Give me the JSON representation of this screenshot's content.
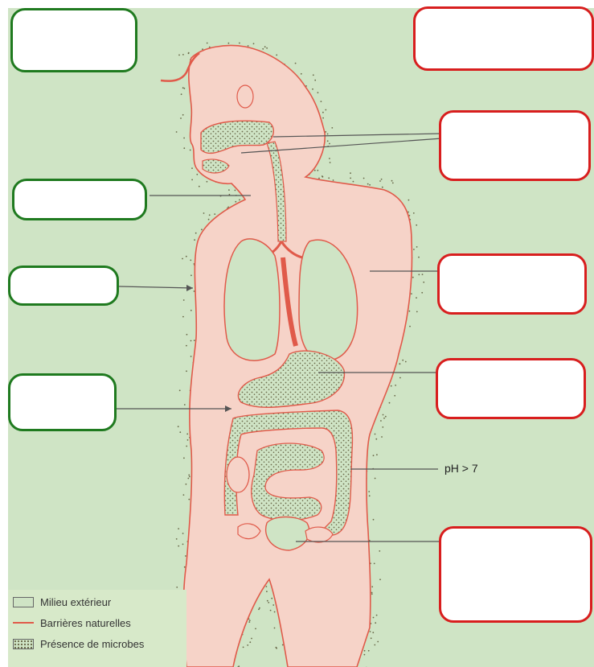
{
  "diagram": {
    "annotation_ph": "pH > 7",
    "legend": {
      "items": [
        {
          "label": "Milieu extérieur",
          "swatch": "plain",
          "color": "#cfe4c5"
        },
        {
          "label": "Barrières naturelles",
          "swatch": "line",
          "color": "#e05a4a"
        },
        {
          "label": "Présence de microbes",
          "swatch": "dots",
          "color": "#6a6a4a"
        }
      ]
    },
    "answer_boxes": {
      "left": [
        {
          "text": "",
          "border": "#1f7a1f"
        },
        {
          "text": "",
          "border": "#1f7a1f"
        },
        {
          "text": "",
          "border": "#1f7a1f"
        },
        {
          "text": "",
          "border": "#1f7a1f"
        }
      ],
      "right": [
        {
          "text": "",
          "border": "#d81e1e"
        },
        {
          "text": "",
          "border": "#d81e1e"
        },
        {
          "text": "",
          "border": "#d81e1e"
        },
        {
          "text": "",
          "border": "#d81e1e"
        },
        {
          "text": "",
          "border": "#d81e1e"
        },
        {
          "text": "",
          "border": "#d81e1e"
        }
      ]
    },
    "colors": {
      "background": "#cfe4c5",
      "skin": "#f6d3c8",
      "barrier_outline": "#e05a4a",
      "organs": "#cfe4c5",
      "microbes": "#6a6a4a",
      "leader_lines": "#555555"
    }
  }
}
